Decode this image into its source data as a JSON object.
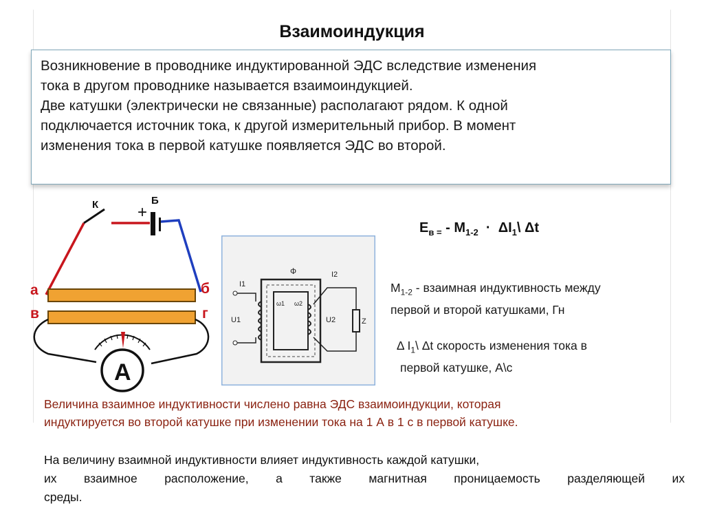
{
  "title": "Взаимоиндукция",
  "intro": {
    "line1": "Возникновение в проводнике индуктированной ЭДС вследствие изменения",
    "line2": "тока в другом проводнике называется взаимоиндукцией.",
    "line3": "Две катушки (электрически не связанные) располагают рядом. К одной",
    "line4": "подключается источник тока, к другой измерительный прибор. В момент",
    "line5": "изменения тока в первой катушке  появляется ЭДС во второй."
  },
  "circuit": {
    "switch_label": "К",
    "battery_label": "Б",
    "plus": "+",
    "coil1_left": "а",
    "coil1_right": "б",
    "coil2_left": "в",
    "coil2_right": "г",
    "meter": "А",
    "colors": {
      "red": "#c8161d",
      "blue": "#1f3fbf",
      "coil": "#f0a232"
    }
  },
  "formula": {
    "e": "E",
    "e_sub": "в =",
    "minus": "- M",
    "m_sub": "1-2",
    "dot": "·",
    "delta_i": "ΔI",
    "i_sub": "1",
    "rest": "\\ Δt"
  },
  "definitions": {
    "m_main": "M",
    "m_sub": "1-2",
    "m_text1": " -  взаимная индуктивность между",
    "m_text2": "первой и второй катушками, Гн",
    "d_prefix": "Δ I",
    "d_sub": "1",
    "d_text1": "\\ Δt скорость изменения тока в",
    "d_text2": "первой катушке, А\\с"
  },
  "red_paragraph": {
    "line1": "Величина взаимное индуктивности числено равна ЭДС взаимоиндукции, которая",
    "line2": " индуктируется во второй катушке при изменении тока  на 1 А в 1 с в первой катушке."
  },
  "bottom_paragraph": {
    "line1": "На величину взаимной индуктивности влияет индуктивность каждой катушки,",
    "line2": "  их  взаимное  расположение,  а  также  магнитная  проницаемость  разделяющей  их",
    "line3": "среды."
  },
  "scan": {
    "phi": "Ф",
    "i1": "I1",
    "i2": "I2",
    "u1": "U1",
    "u2": "U2",
    "w1": "ω1",
    "w2": "ω2",
    "z": "Z"
  }
}
